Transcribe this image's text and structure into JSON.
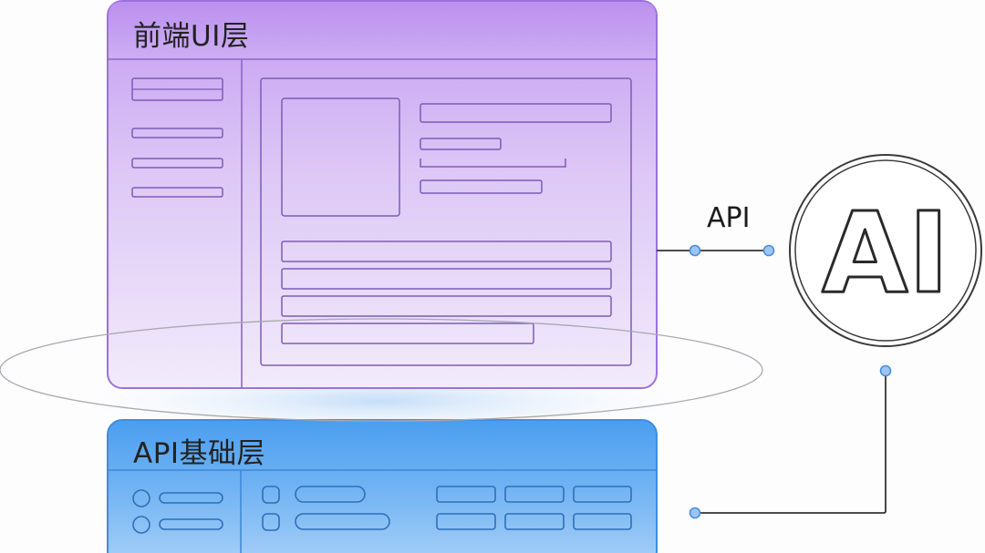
{
  "frontend_layer": {
    "title": "前端UI层",
    "fill_color": "#c39cf1"
  },
  "api_layer": {
    "title": "API基础层",
    "fill_color": "#4a9ef0"
  },
  "connector": {
    "label": "API",
    "dot_color": "#6aa4e6"
  },
  "ai_badge": {
    "text": "AI"
  }
}
